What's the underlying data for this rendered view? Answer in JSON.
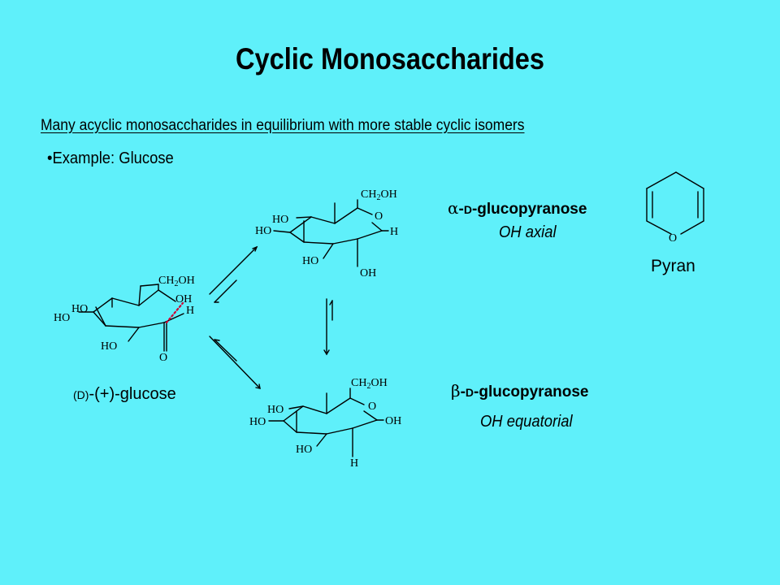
{
  "slide": {
    "title": "Cyclic Monosaccharides",
    "subtitle": "Many acyclic monosaccharides in equilibrium with more stable cyclic isomers",
    "bullet": "•Example: Glucose"
  },
  "alpha": {
    "greek": "α",
    "prefix": "-",
    "config": "D",
    "name": "-glucopyranose",
    "note": "OH axial"
  },
  "beta": {
    "greek": "β",
    "prefix": "-",
    "config": "D",
    "name": "-glucopyranose",
    "note": "OH equatorial"
  },
  "pyran": {
    "label": "Pyran",
    "o_atom": "O"
  },
  "glucose": {
    "config": "(D)",
    "name": "-(+)-glucose",
    "atoms": {
      "ch2oh_c": "CH",
      "ch2oh_sub": "2",
      "ch2oh_oh": "OH",
      "ho": "HO",
      "oh": "OH",
      "h": "H",
      "o": "O"
    }
  },
  "colors": {
    "background": "#5ff0fa",
    "ink": "#000000",
    "dotted_bond": "#cc0033"
  }
}
